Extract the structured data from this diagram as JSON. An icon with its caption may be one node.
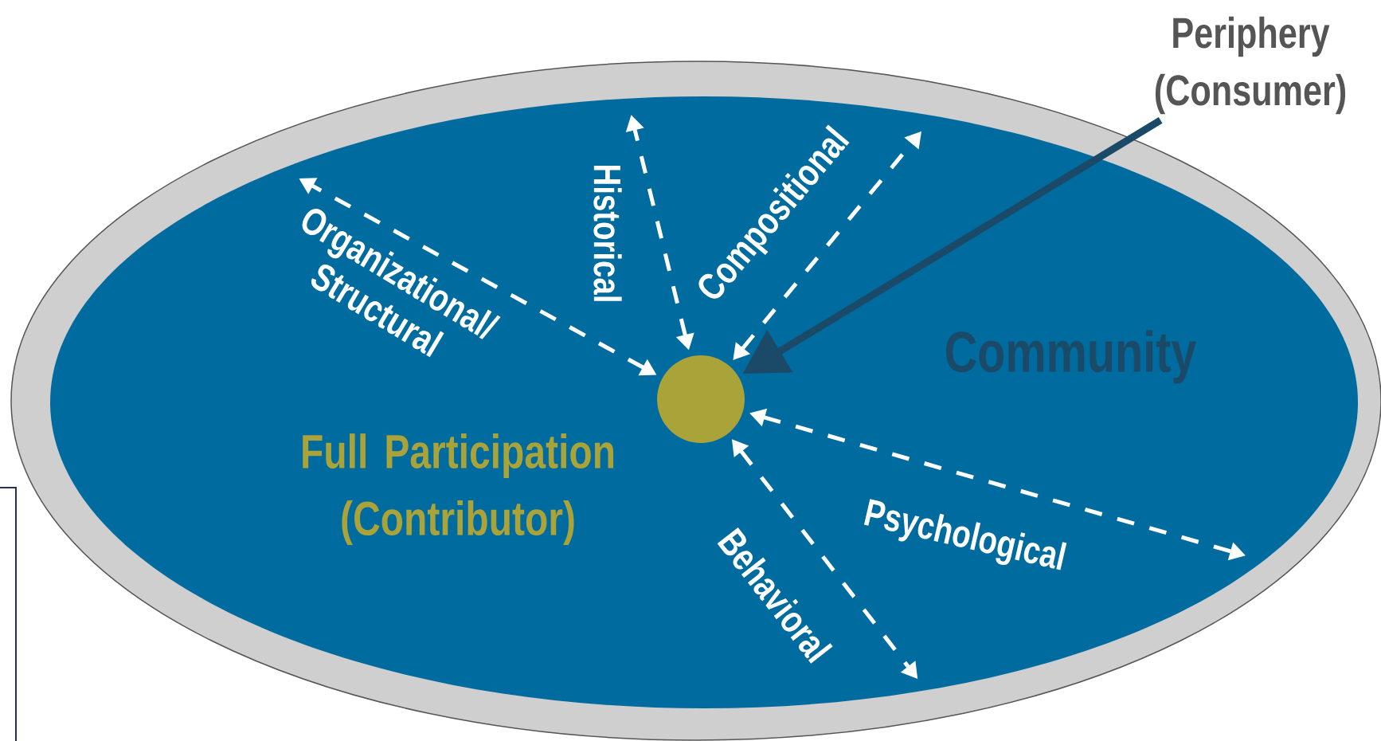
{
  "diagram": {
    "nodes": [
      {
        "text": [
          "Community"
        ]
      },
      {
        "text": [],
        "shape": "circle",
        "in": 0,
        "beside": [
          "Full Participation (Contributor)"
        ]
      },
      {
        "text": [
          "Periphery (Consumer)"
        ]
      }
    ],
    "edges": [
      {
        "from": 1,
        "to": null,
        "arrow": "both",
        "style": "dashed",
        "label": "Organizational/ Structural"
      },
      {
        "from": 1,
        "to": null,
        "arrow": "both",
        "style": "dashed",
        "label": "Historical"
      },
      {
        "from": 1,
        "to": null,
        "arrow": "both",
        "style": "dashed",
        "label": "Compositional"
      },
      {
        "from": 1,
        "to": null,
        "arrow": "both",
        "style": "dashed",
        "label": "Psychological"
      },
      {
        "from": 1,
        "to": null,
        "arrow": "both",
        "style": "dashed",
        "label": "Behavioral"
      },
      {
        "from": 2,
        "to": 1,
        "arrow": "to",
        "style": "thick",
        "color": "#1b4a68"
      }
    ]
  }
}
